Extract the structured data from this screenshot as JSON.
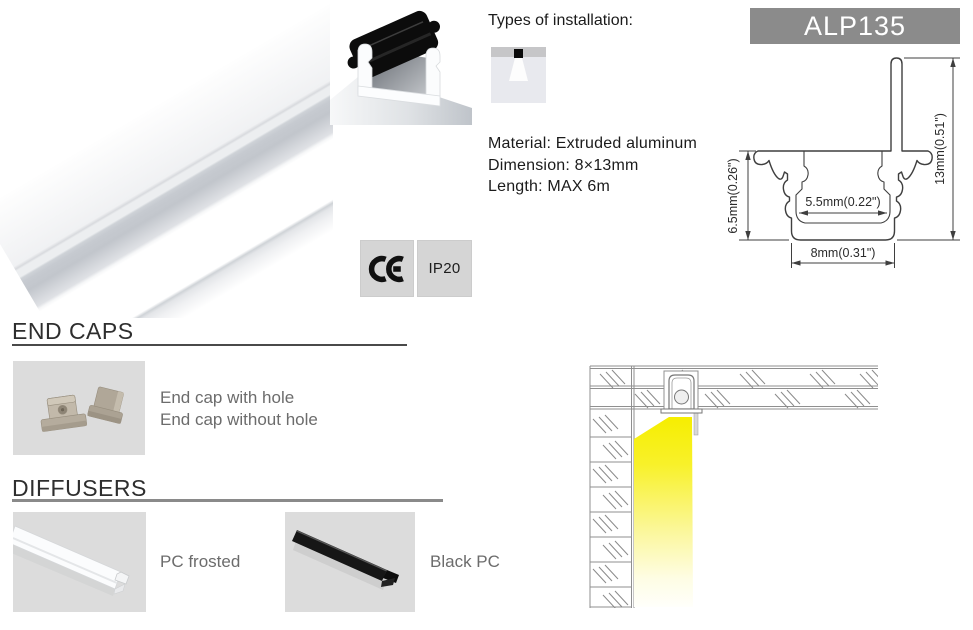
{
  "header": {
    "model": "ALP135"
  },
  "installation": {
    "label": "Types of installation:",
    "type_icon": "recessed-ceiling-downlight"
  },
  "specs": {
    "material": "Material: Extruded aluminum",
    "dimension": "Dimension: 8×13mm",
    "length": "Length: MAX 6m"
  },
  "certifications": {
    "ce": "CE",
    "ip": "IP20"
  },
  "drawing": {
    "height_small": "6.5mm(0.26\")",
    "height_full": "13mm(0.51\")",
    "width_inner": "5.5mm(0.22\")",
    "width_outer": "8mm(0.31\")"
  },
  "end_caps": {
    "title": "END CAPS",
    "line1": "End cap with hole",
    "line2": "End cap without hole"
  },
  "diffusers": {
    "title": "DIFFUSERS",
    "frosted_label": "PC frosted",
    "black_label": "Black PC"
  },
  "colors": {
    "model_header_gray": "#8b8b8b",
    "badge_gray": "#d5d5d5",
    "panel_gray": "#dcdcdc",
    "beam_yellow": "#F5EC00",
    "end_cap_beige": "#b7ae9f"
  }
}
